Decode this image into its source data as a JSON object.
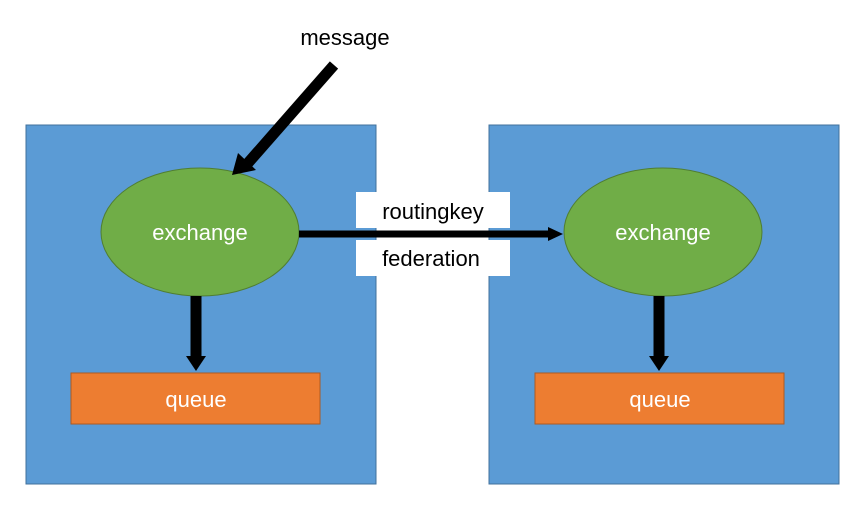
{
  "diagram": {
    "message_label": "message",
    "left_server": {
      "exchange_label": "exchange",
      "queue_label": "queue"
    },
    "right_server": {
      "exchange_label": "exchange",
      "queue_label": "queue"
    },
    "link": {
      "routing_label": "routingkey",
      "federation_label": "federation"
    }
  },
  "colors": {
    "server_fill": "#5B9BD5",
    "server_stroke": "#41719C",
    "exchange_fill": "#70AD47",
    "exchange_stroke": "#507E32",
    "queue_fill": "#ED7D31",
    "queue_stroke": "#AE5A21",
    "arrow": "#000000",
    "label_box": "#ffffff"
  }
}
